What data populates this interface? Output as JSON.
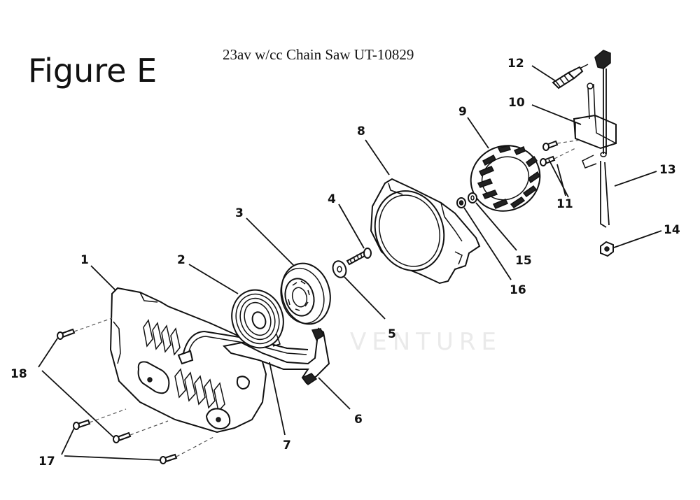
{
  "figure_label": "Figure E",
  "title": "23av w/cc Chain Saw UT-10829",
  "watermark": "VENTURE",
  "callouts": [
    "1",
    "2",
    "3",
    "4",
    "5",
    "6",
    "7",
    "8",
    "9",
    "10",
    "11",
    "12",
    "13",
    "14",
    "15",
    "16",
    "17",
    "18"
  ]
}
